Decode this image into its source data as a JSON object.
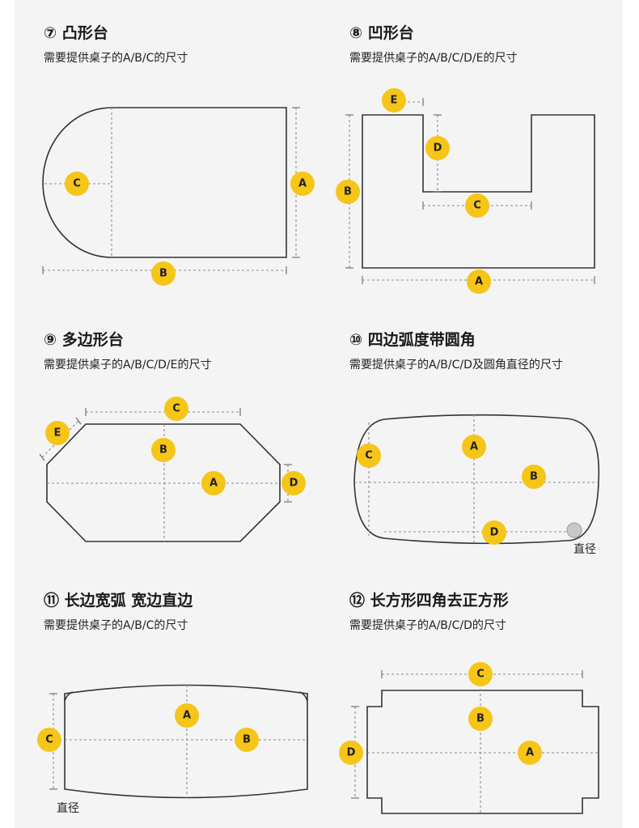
{
  "colors": {
    "badge": "#f5c518",
    "outline": "#333333",
    "dashed": "#8a8a8a",
    "background": "#f4f4f4"
  },
  "sections": [
    {
      "title": "⑦ 凸形台",
      "subtitle": "需要提供桌子的A/B/C的尺寸"
    },
    {
      "title": "⑧ 凹形台",
      "subtitle": "需要提供桌子的A/B/C/D/E的尺寸"
    },
    {
      "title": "⑨ 多边形台",
      "subtitle": "需要提供桌子的A/B/C/D/E的尺寸"
    },
    {
      "title": "⑩ 四边弧度带圆角",
      "subtitle": "需要提供桌子的A/B/C/D及圆角直径的尺寸",
      "note": "直径"
    },
    {
      "title": "⑪ 长边宽弧 宽边直边",
      "subtitle": "需要提供桌子的A/B/C的尺寸",
      "note": "直径"
    },
    {
      "title": "⑫ 长方形四角去正方形",
      "subtitle": "需要提供桌子的A/B/C/D的尺寸"
    }
  ],
  "labels": {
    "a": "A",
    "b": "B",
    "c": "C",
    "d": "D",
    "e": "E"
  }
}
